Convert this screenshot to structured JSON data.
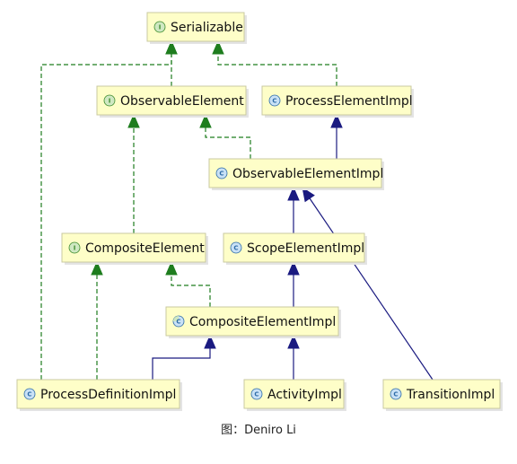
{
  "diagram": {
    "caption": "图：Deniro Li",
    "colors": {
      "interface_badge": "#cfe8c2",
      "interface_badge_text": "#3b8a2a",
      "class_badge": "#c9e1f6",
      "class_badge_text": "#2b6aa6",
      "realization_edge": "#1e7d1e",
      "generalization_edge": "#1a1a80",
      "node_fill": "#fefec8"
    },
    "nodes": [
      {
        "id": "serializable",
        "label": "Serializable",
        "kind": "interface"
      },
      {
        "id": "observable-element",
        "label": "ObservableElement",
        "kind": "interface"
      },
      {
        "id": "process-element-impl",
        "label": "ProcessElementImpl",
        "kind": "class"
      },
      {
        "id": "observable-element-impl",
        "label": "ObservableElementImpl",
        "kind": "class"
      },
      {
        "id": "composite-element",
        "label": "CompositeElement",
        "kind": "interface"
      },
      {
        "id": "scope-element-impl",
        "label": "ScopeElementImpl",
        "kind": "class"
      },
      {
        "id": "composite-element-impl",
        "label": "CompositeElementImpl",
        "kind": "abstract-class"
      },
      {
        "id": "process-definition-impl",
        "label": "ProcessDefinitionImpl",
        "kind": "class"
      },
      {
        "id": "activity-impl",
        "label": "ActivityImpl",
        "kind": "class"
      },
      {
        "id": "transition-impl",
        "label": "TransitionImpl",
        "kind": "class"
      }
    ],
    "edges": [
      {
        "from": "observable-element",
        "to": "serializable",
        "type": "realization"
      },
      {
        "from": "process-element-impl",
        "to": "serializable",
        "type": "realization"
      },
      {
        "from": "process-definition-impl",
        "to": "serializable",
        "type": "realization"
      },
      {
        "from": "observable-element-impl",
        "to": "process-element-impl",
        "type": "generalization"
      },
      {
        "from": "observable-element-impl",
        "to": "observable-element",
        "type": "realization"
      },
      {
        "from": "composite-element",
        "to": "observable-element",
        "type": "realization"
      },
      {
        "from": "scope-element-impl",
        "to": "observable-element-impl",
        "type": "generalization"
      },
      {
        "from": "transition-impl",
        "to": "observable-element-impl",
        "type": "generalization"
      },
      {
        "from": "composite-element-impl",
        "to": "scope-element-impl",
        "type": "generalization"
      },
      {
        "from": "composite-element-impl",
        "to": "composite-element",
        "type": "realization"
      },
      {
        "from": "process-definition-impl",
        "to": "composite-element",
        "type": "realization"
      },
      {
        "from": "process-definition-impl",
        "to": "composite-element-impl",
        "type": "generalization"
      },
      {
        "from": "activity-impl",
        "to": "composite-element-impl",
        "type": "generalization"
      }
    ]
  }
}
